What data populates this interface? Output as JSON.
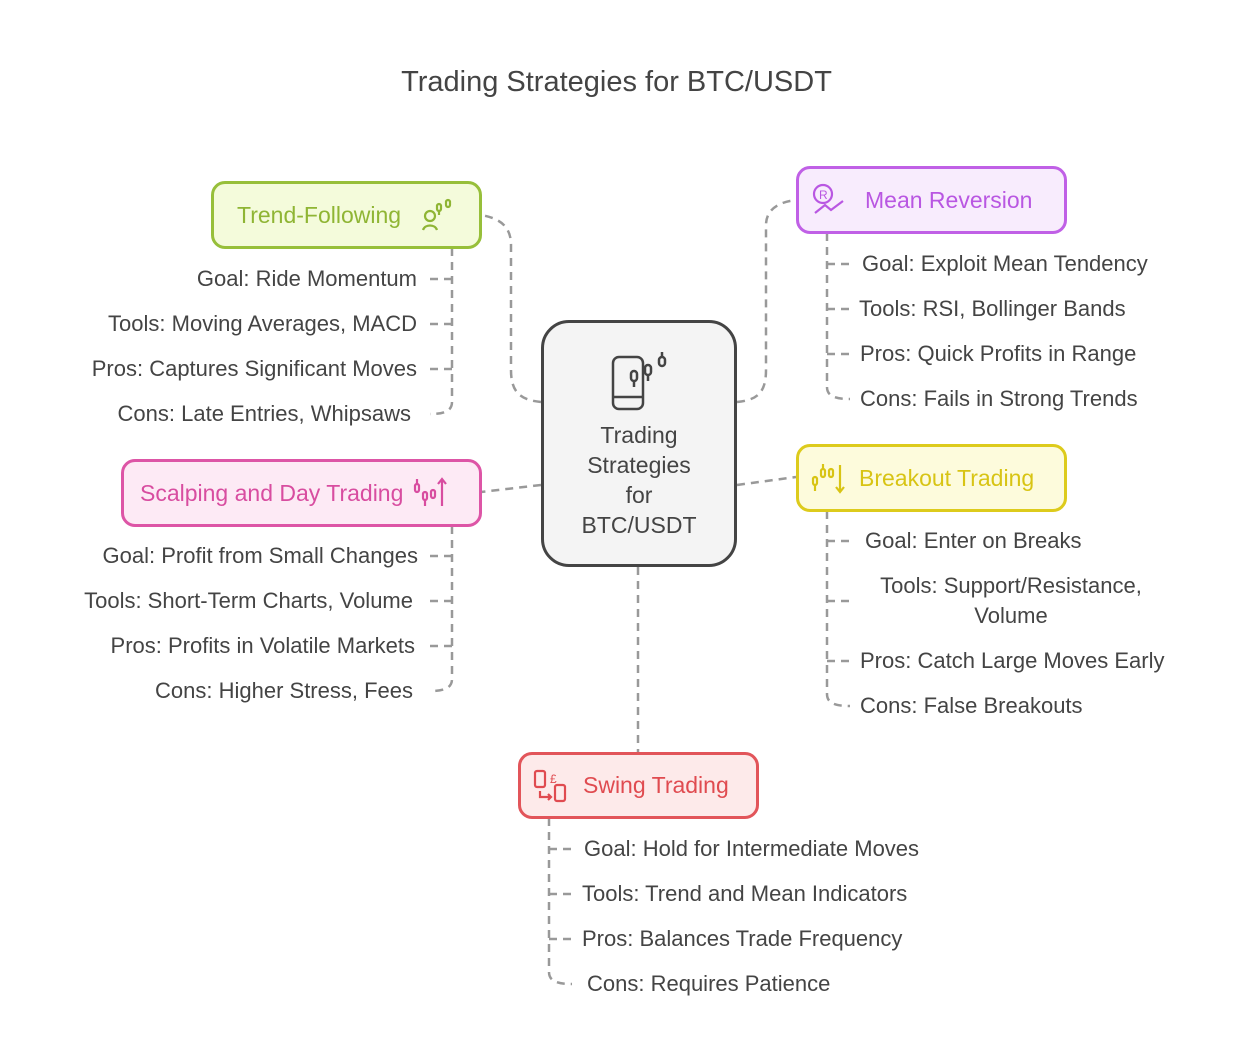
{
  "title": "Trading Strategies for BTC/USDT",
  "center": {
    "label_lines": [
      "Trading",
      "Strategies",
      "for",
      "BTC/USDT"
    ],
    "icon": "mobile-candlestick-icon"
  },
  "colors": {
    "trend": "#97bf3a",
    "mean": "#c060e6",
    "scalping": "#dd55a6",
    "breakout": "#ddcb1c",
    "swing": "#e2555a",
    "center": "#444444",
    "connector": "#999999"
  },
  "branches": {
    "trend": {
      "label": "Trend-Following",
      "icon": "person-candlestick-icon",
      "items": [
        "Goal: Ride Momentum",
        "Tools: Moving Averages, MACD",
        "Pros: Captures Significant Moves",
        "Cons: Late Entries, Whipsaws"
      ]
    },
    "mean": {
      "label": "Mean Reversion",
      "icon": "coin-trend-icon",
      "items": [
        "Goal: Exploit Mean Tendency",
        "Tools: RSI, Bollinger Bands",
        "Pros: Quick Profits in Range",
        "Cons: Fails in Strong Trends"
      ]
    },
    "scalping": {
      "label": "Scalping and Day Trading",
      "icon": "candlestick-up-icon",
      "items": [
        "Goal: Profit from Small Changes",
        "Tools: Short-Term Charts, Volume",
        "Pros: Profits in Volatile Markets",
        "Cons: Higher Stress, Fees"
      ]
    },
    "breakout": {
      "label": "Breakout Trading",
      "icon": "candlestick-down-icon",
      "items": [
        "Goal: Enter on Breaks",
        "Tools: Support/Resistance,",
        "Volume",
        "Pros: Catch Large Moves Early",
        "Cons: False Breakouts"
      ]
    },
    "swing": {
      "label": "Swing Trading",
      "icon": "exchange-icon",
      "items": [
        "Goal: Hold for Intermediate Moves",
        "Tools: Trend and Mean Indicators",
        "Pros: Balances Trade Frequency",
        "Cons: Requires Patience"
      ]
    }
  }
}
